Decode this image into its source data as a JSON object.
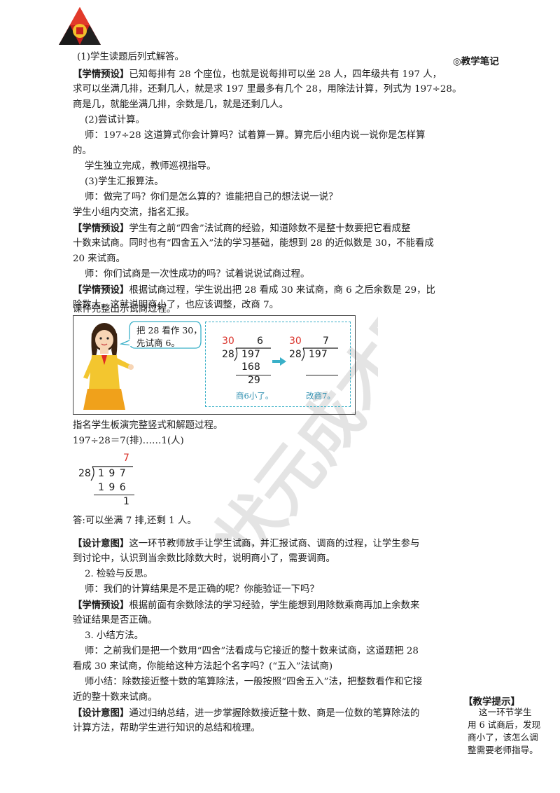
{
  "paragraphs": [
    {
      "id": "p1",
      "parts": [
        {
          "t": "(1)学生读题后列式解答。"
        }
      ]
    },
    {
      "id": "p2",
      "parts": [
        {
          "t": "【学情预设】",
          "b": true
        },
        {
          "t": "已知每排有 28 个座位，也就是说每排可以坐 28 人，四年级共有 197 人，"
        }
      ]
    },
    {
      "id": "p3",
      "parts": [
        {
          "t": "求可以坐满几排，还剩几人，就是求 197 里最多有几个 28，用除法计算，列式为 197÷28。"
        }
      ]
    },
    {
      "id": "p4",
      "parts": [
        {
          "t": "商是几，就能坐满几排，余数是几，就是还剩几人。"
        }
      ]
    },
    {
      "id": "p5",
      "parts": [
        {
          "t": "(2)尝试计算。"
        }
      ]
    },
    {
      "id": "p6",
      "parts": [
        {
          "t": "师：197÷28 这道算式你会计算吗？试着算一算。算完后小组内说一说你是怎样算"
        }
      ]
    },
    {
      "id": "p7",
      "parts": [
        {
          "t": "的。"
        }
      ]
    },
    {
      "id": "p8",
      "parts": [
        {
          "t": "学生独立完成，教师巡视指导。"
        }
      ]
    },
    {
      "id": "p9",
      "parts": [
        {
          "t": "(3)学生汇报算法。"
        }
      ]
    },
    {
      "id": "p10",
      "parts": [
        {
          "t": "师：做完了吗？你们是怎么算的？谁能把自己的想法说一说？"
        }
      ]
    },
    {
      "id": "p11",
      "parts": [
        {
          "t": "学生小组内交流，指名汇报。"
        }
      ]
    },
    {
      "id": "p12",
      "parts": [
        {
          "t": "【学情预设】",
          "b": true
        },
        {
          "t": "学生有之前“四舍”法试商的经验，知道除数不是整十数要把它看成整"
        }
      ]
    },
    {
      "id": "p13",
      "parts": [
        {
          "t": "十数来试商。同时也有“四舍五入”法的学习基础，能想到 28 的近似数是 30，不能看成"
        }
      ]
    },
    {
      "id": "p14",
      "parts": [
        {
          "t": "20 来试商。"
        }
      ]
    },
    {
      "id": "p15",
      "parts": [
        {
          "t": "师：你们试商是一次性成功的吗？试着说说试商过程。"
        }
      ]
    },
    {
      "id": "p16",
      "parts": [
        {
          "t": "【学情预设】",
          "b": true
        },
        {
          "t": "根据试商过程，学生说出把 28 看成 30 来试商，商 6 之后余数是 29，比"
        }
      ]
    },
    {
      "id": "p17",
      "parts": [
        {
          "t": "除数大，这就说明商小了，也应该调整，改商 7。"
        }
      ]
    },
    {
      "id": "p18",
      "parts": [
        {
          "t": "课件完整出示试商过程。"
        }
      ]
    },
    {
      "id": "p19",
      "parts": [
        {
          "t": "指名学生板演完整竖式和解题过程。"
        }
      ]
    },
    {
      "id": "p20",
      "parts": [
        {
          "t": "197÷28＝7(排)……1(人)"
        }
      ]
    },
    {
      "id": "p21",
      "parts": [
        {
          "t": "答:可以坐满 7 排,还剩 1 人。"
        }
      ]
    },
    {
      "id": "p22",
      "parts": [
        {
          "t": "【设计意图】",
          "b": true
        },
        {
          "t": "这一环节教师放手让学生试商，并汇报试商、调商的过程，让学生参与"
        }
      ]
    },
    {
      "id": "p23",
      "parts": [
        {
          "t": "到讨论中，认识到当余数比除数大时，说明商小了，需要调商。"
        }
      ]
    },
    {
      "id": "p24",
      "parts": [
        {
          "t": "2. 检验与反思。"
        }
      ]
    },
    {
      "id": "p25",
      "parts": [
        {
          "t": "师：我们的计算结果是不是正确的呢？你能验证一下吗？"
        }
      ]
    },
    {
      "id": "p26",
      "parts": [
        {
          "t": "【学情预设】",
          "b": true
        },
        {
          "t": "根据前面有余数除法的学习经验，学生能想到用除数乘商再加上余数来"
        }
      ]
    },
    {
      "id": "p27",
      "parts": [
        {
          "t": "验证结果是否正确。"
        }
      ]
    },
    {
      "id": "p28",
      "parts": [
        {
          "t": "3. 小结方法。"
        }
      ]
    },
    {
      "id": "p29",
      "parts": [
        {
          "t": "师：之前我们是把一个数用“四舍”法看成与它接近的整十数来试商，这道题把 28"
        }
      ]
    },
    {
      "id": "p30",
      "parts": [
        {
          "t": "看成 30 来试商，你能给这种方法起个名字吗？(“五入”法试商)"
        }
      ]
    },
    {
      "id": "p31",
      "parts": [
        {
          "t": "师小结：除数接近整十数的笔算除法，一般按照“四舍五入”法，把整数看作和它接"
        }
      ]
    },
    {
      "id": "p32",
      "parts": [
        {
          "t": "近的整十数来试商。"
        }
      ]
    },
    {
      "id": "p33",
      "parts": [
        {
          "t": "【设计意图】",
          "b": true
        },
        {
          "t": "通过归纳总结，进一步掌握除数接近整十数、商是一位数的笔算除法的"
        }
      ]
    },
    {
      "id": "p34",
      "parts": [
        {
          "t": "计算方法，帮助学生进行知识的总结和梳理。"
        }
      ]
    }
  ],
  "side": {
    "notes_title": "◎教学笔记",
    "tip_title": "【教学提示】",
    "tip_lines": [
      "这一环节学生",
      "用 6 试商后，发现",
      "商小了，该怎么调",
      "整需要老师指导。"
    ]
  },
  "figure": {
    "bubble_line1": "把 28 看作 30，",
    "bubble_line2": "先试商 6。",
    "left_trial": "30",
    "left_quotient": "6",
    "left_divisor": "28",
    "left_dividend": "197",
    "left_product": "168",
    "left_remainder": "29",
    "left_caption": "商6小了。",
    "right_trial": "30",
    "right_quotient": "7",
    "right_divisor": "28",
    "right_dividend": "197",
    "right_caption": "改商7。"
  },
  "longdiv": {
    "quotient": "7",
    "divisor": "28",
    "dividend": "1 9 7",
    "product": "1 9 6",
    "remainder": "1"
  },
  "watermark": "状元成才路",
  "colors": {
    "accent_red": "#d9332b",
    "teal": "#3ab0c8",
    "caption": "#2f8fb0"
  }
}
